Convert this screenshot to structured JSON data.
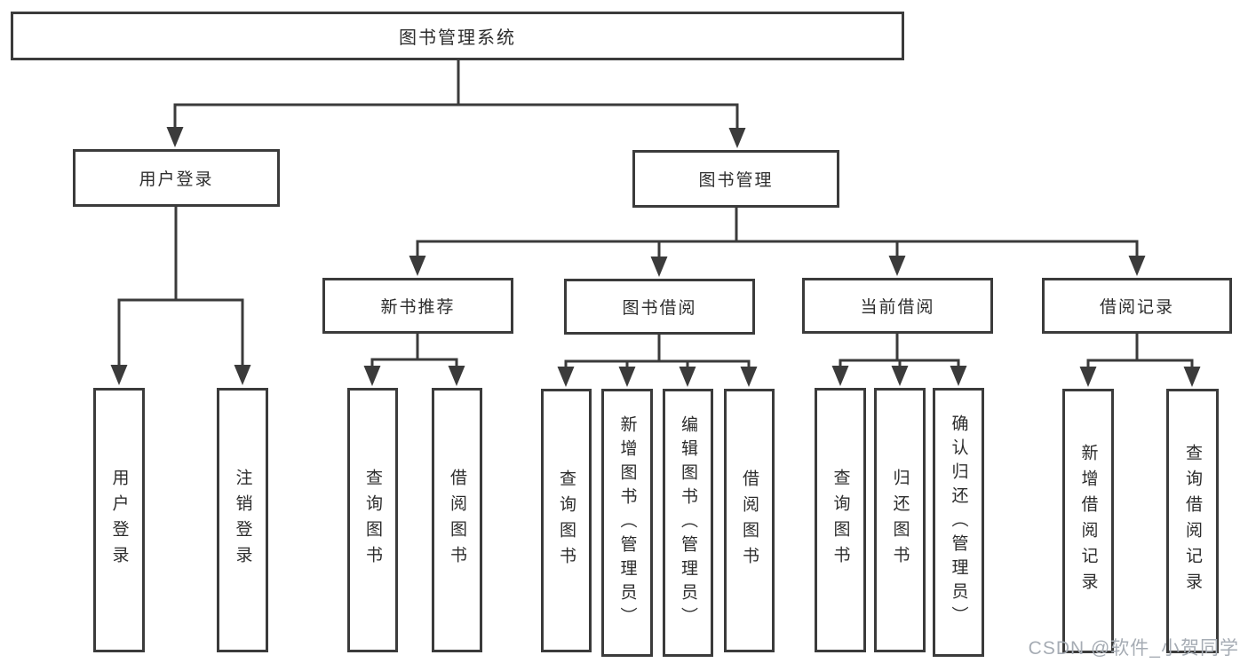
{
  "colors": {
    "line": "#3b3b3b",
    "text": "#2d2d2d",
    "watermark": "#a6acb4",
    "bg": "#ffffff"
  },
  "nodes": {
    "root": "图书管理系统",
    "level2": [
      "用户登录",
      "图书管理"
    ],
    "level3": [
      "新书推荐",
      "图书借阅",
      "当前借阅",
      "借阅记录"
    ],
    "leaves": [
      "用户登录",
      "注销登录",
      "查询图书",
      "借阅图书",
      "查询图书",
      "新增图书（管理员）",
      "编辑图书（管理员）",
      "借阅图书",
      "查询图书",
      "归还图书",
      "确认归还（管理员）",
      "新增借阅记录",
      "查询借阅记录"
    ]
  },
  "watermark": "CSDN @软件_小贺同学"
}
